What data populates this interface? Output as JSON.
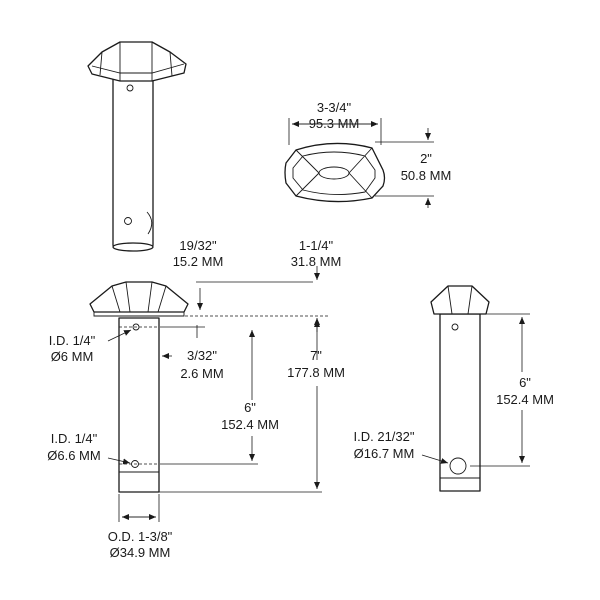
{
  "labels": {
    "top_width_in": "3-3/4\"",
    "top_width_mm": "95.3 MM",
    "top_height_in": "2\"",
    "top_height_mm": "50.8 MM",
    "head_height_in": "19/32\"",
    "head_height_mm": "15.2 MM",
    "head_total_in": "1-1/4\"",
    "head_total_mm": "31.8 MM",
    "id1_in": "I.D. 1/4\"",
    "id1_mm": "Ø6 MM",
    "hole_offset_in": "3/32\"",
    "hole_offset_mm": "2.6 MM",
    "length_in": "7\"",
    "length_mm": "177.8 MM",
    "hole_span_in": "6\"",
    "hole_span_mm": "152.4 MM",
    "id2_in": "I.D. 1/4\"",
    "id2_mm": "Ø6.6 MM",
    "od_in": "O.D. 1-3/8\"",
    "od_mm": "Ø34.9 MM",
    "id3_in": "I.D. 21/32\"",
    "id3_mm": "Ø16.7 MM",
    "side_span_in": "6\"",
    "side_span_mm": "152.4 MM"
  }
}
